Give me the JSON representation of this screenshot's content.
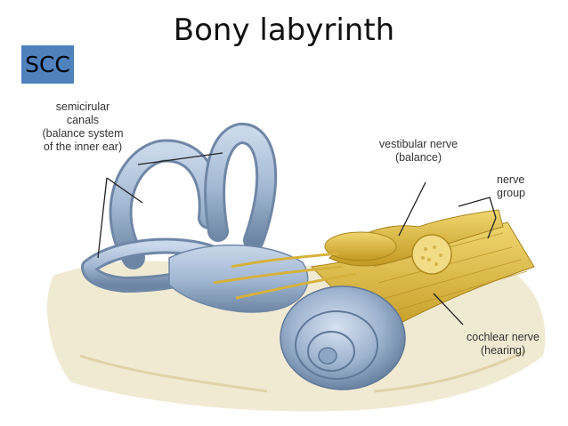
{
  "slide": {
    "title": "Bony labyrinth",
    "tag": "SCC",
    "tag_color": "#4f81bd"
  },
  "diagram": {
    "labels": {
      "semicircular": "semicirular\ncanals\n(balance system\nof the inner ear)",
      "vestibular": "vestibular nerve\n(balance)",
      "nerve_group": "nerve\ngroup",
      "cochlear": "cochlear nerve\n(hearing)"
    },
    "colors": {
      "labyrinth": "#a9bfd9",
      "labyrinth_dark": "#6f87a6",
      "nerve": "#d9b43c",
      "bone": "#e8dcb4"
    }
  }
}
